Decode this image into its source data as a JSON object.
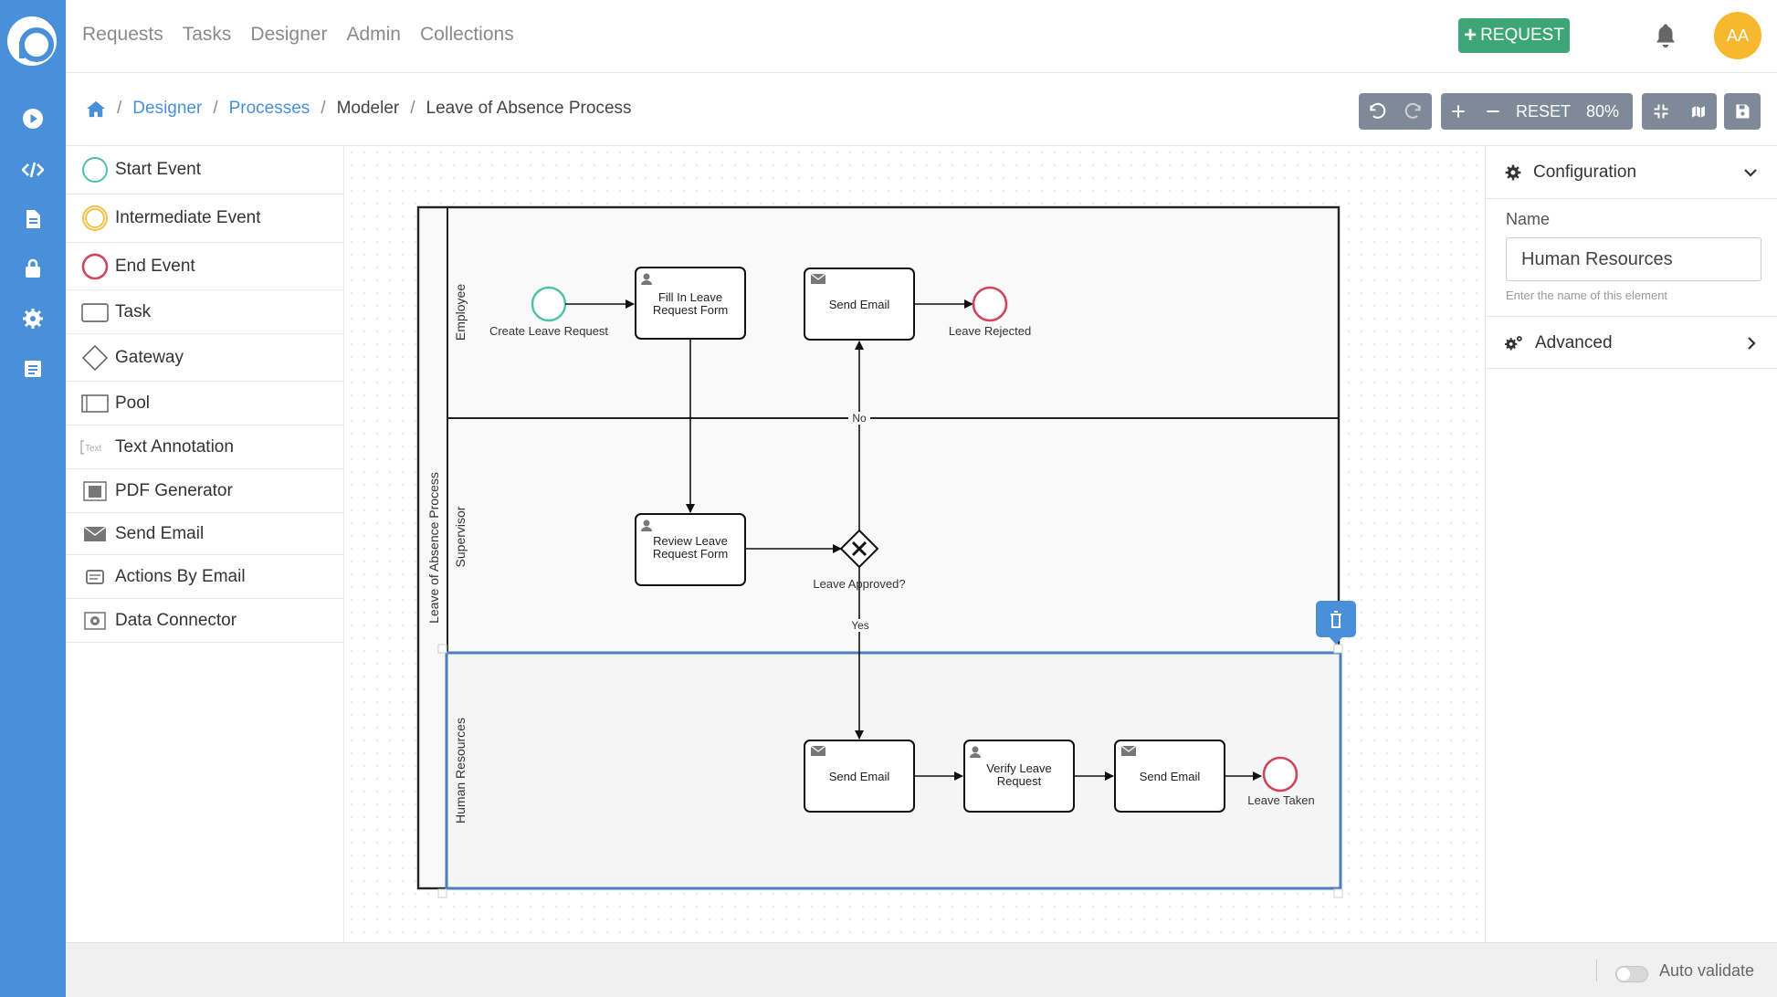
{
  "nav": {
    "items": [
      "Requests",
      "Tasks",
      "Designer",
      "Admin",
      "Collections"
    ],
    "request_button": "REQUEST",
    "avatar_initials": "AA"
  },
  "breadcrumb": {
    "items": [
      "Designer",
      "Processes",
      "Modeler",
      "Leave of Absence Process"
    ]
  },
  "toolbar": {
    "reset_label": "RESET",
    "zoom": "80%"
  },
  "palette": {
    "items": [
      {
        "label": "Start Event",
        "icon": "start-event-icon"
      },
      {
        "label": "Intermediate Event",
        "icon": "intermediate-event-icon"
      },
      {
        "label": "End Event",
        "icon": "end-event-icon"
      },
      {
        "label": "Task",
        "icon": "task-icon"
      },
      {
        "label": "Gateway",
        "icon": "gateway-icon"
      },
      {
        "label": "Pool",
        "icon": "pool-icon"
      },
      {
        "label": "Text Annotation",
        "icon": "text-annotation-icon"
      },
      {
        "label": "PDF Generator",
        "icon": "pdf-icon"
      },
      {
        "label": "Send Email",
        "icon": "email-icon"
      },
      {
        "label": "Actions By Email",
        "icon": "actions-email-icon"
      },
      {
        "label": "Data Connector",
        "icon": "data-connector-icon"
      }
    ],
    "text_icon_glyph": "Text"
  },
  "diagram": {
    "pool_name": "Leave of Absence Process",
    "lanes": [
      "Employee",
      "Supervisor",
      "Human Resources"
    ],
    "start_event": "Create Leave Request",
    "task_fill_form": [
      "Fill In Leave",
      "Request Form"
    ],
    "send_email_1": "Send Email",
    "leave_rejected": "Leave Rejected",
    "review_task": [
      "Review Leave",
      "Request Form"
    ],
    "gateway_label": "Leave Approved?",
    "flow_no": "No",
    "flow_yes": "Yes",
    "send_email_2": "Send Email",
    "verify_task": [
      "Verify Leave",
      "Request"
    ],
    "send_email_3": "Send Email",
    "leave_taken": "Leave Taken"
  },
  "inspector": {
    "configuration": "Configuration",
    "name_label": "Name",
    "name_value": "Human Resources",
    "name_help": "Enter the name of this element",
    "advanced": "Advanced"
  },
  "status": {
    "auto_validate": "Auto validate"
  },
  "colors": {
    "brand": "#4a90d9",
    "request_button": "#3ea676",
    "avatar": "#f5b82e",
    "start_event": "#4fc1a5",
    "end_event": "#d0455b",
    "intermediate_event": "#f2c14e",
    "selection": "#4a7fc1"
  }
}
